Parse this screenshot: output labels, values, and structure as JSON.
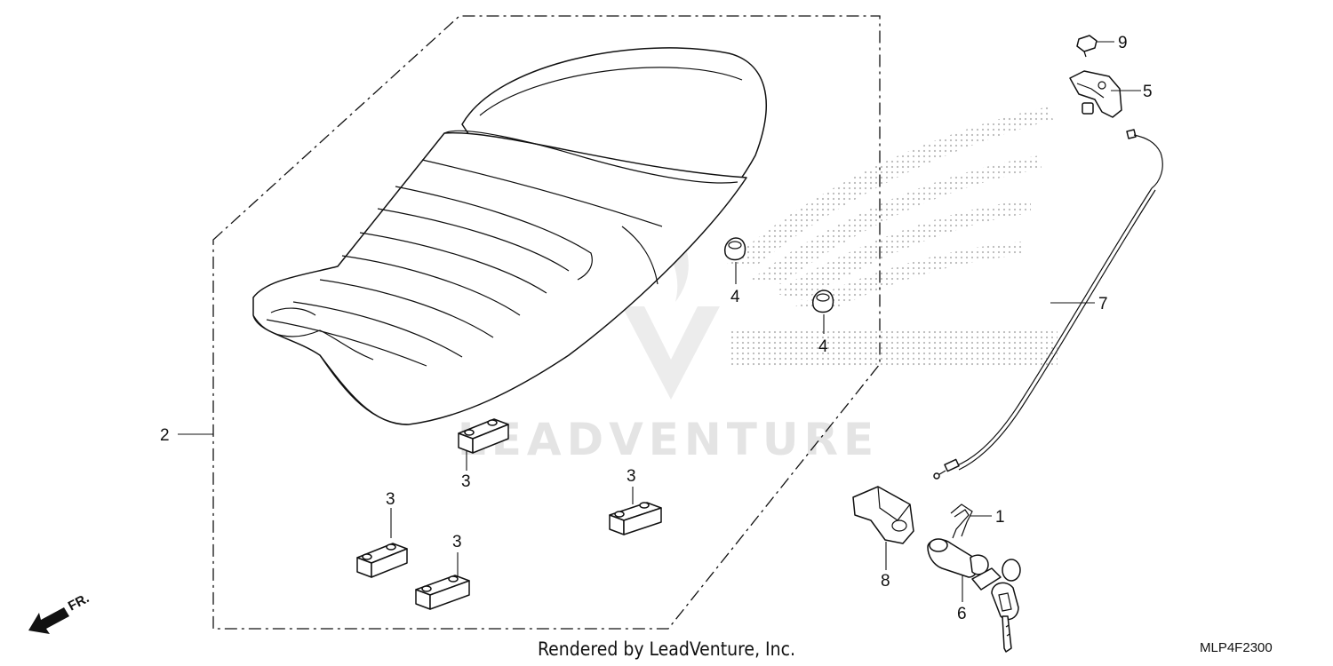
{
  "diagram": {
    "watermark": "LEADVENTURE",
    "credit": "Rendered by LeadVenture, Inc.",
    "diagram_code": "MLP4F2300",
    "front_arrow_label": "FR.",
    "callouts": {
      "c1": "1",
      "c2": "2",
      "c3a": "3",
      "c3b": "3",
      "c3c": "3",
      "c3d": "3",
      "c4a": "4",
      "c4b": "4",
      "c5": "5",
      "c6": "6",
      "c7": "7",
      "c8": "8",
      "c9": "9"
    },
    "colors": {
      "line": "#111111",
      "watermark": "#e4e4e4",
      "background": "#ffffff"
    }
  }
}
